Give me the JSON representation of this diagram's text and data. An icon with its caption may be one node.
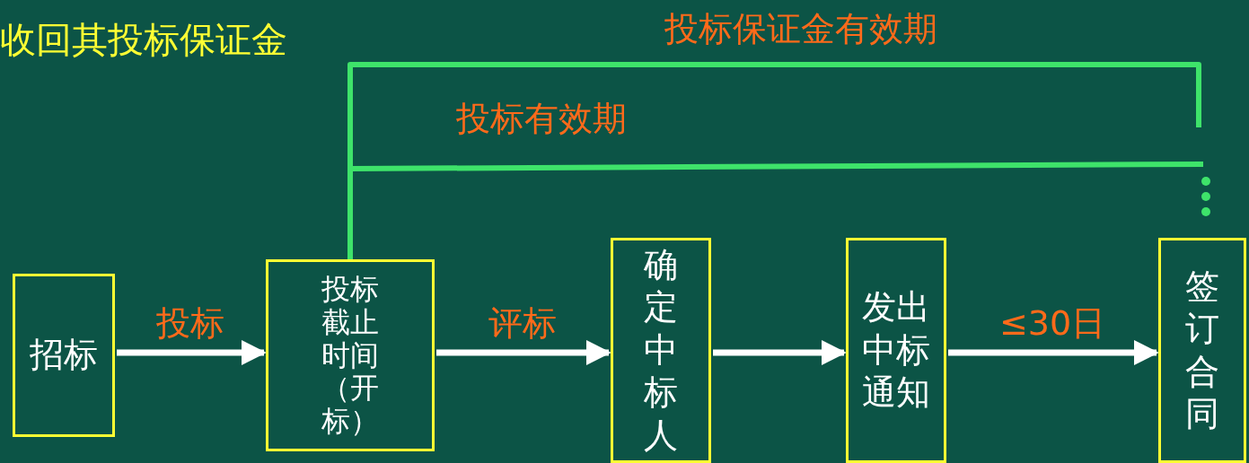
{
  "diagram": {
    "nodes": [
      {
        "text": [
          "招标"
        ]
      },
      {
        "text": [
          "投标截止时间（开标）"
        ]
      },
      {
        "text": [
          "确定中标人"
        ]
      },
      {
        "text": [
          "发出中标通知"
        ]
      },
      {
        "text": [
          "签订合同"
        ]
      }
    ],
    "edges": [
      {
        "from": 0,
        "to": 1,
        "arrow": "to",
        "label": "投标"
      },
      {
        "from": 1,
        "to": 2,
        "arrow": "to",
        "label": "评标"
      },
      {
        "from": 2,
        "to": 3,
        "arrow": "to"
      },
      {
        "from": 3,
        "to": 4,
        "arrow": "to",
        "label": "≤30日"
      }
    ],
    "labels": [
      "收回其投标保证金",
      "投标保证金有效期",
      "投标有效期"
    ]
  }
}
